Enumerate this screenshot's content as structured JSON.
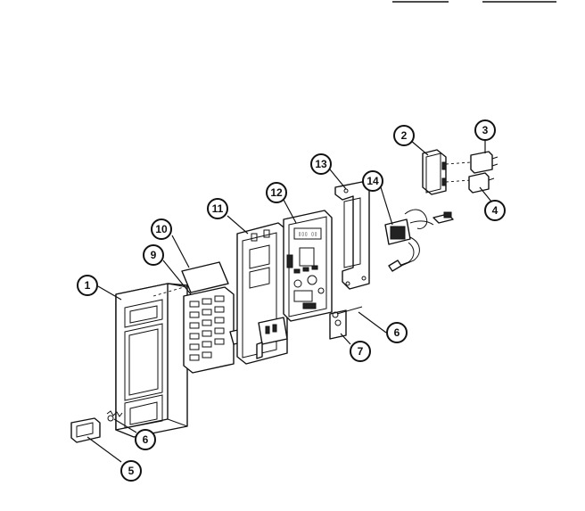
{
  "callouts": [
    {
      "id": "1",
      "label": "1"
    },
    {
      "id": "2",
      "label": "2"
    },
    {
      "id": "3",
      "label": "3"
    },
    {
      "id": "4",
      "label": "4"
    },
    {
      "id": "5",
      "label": "5"
    },
    {
      "id": "6a",
      "label": "6"
    },
    {
      "id": "6b",
      "label": "6"
    },
    {
      "id": "7",
      "label": "7"
    },
    {
      "id": "9",
      "label": "9"
    },
    {
      "id": "10",
      "label": "10"
    },
    {
      "id": "11",
      "label": "11"
    },
    {
      "id": "12",
      "label": "12"
    },
    {
      "id": "13",
      "label": "13"
    },
    {
      "id": "14",
      "label": "14"
    }
  ]
}
